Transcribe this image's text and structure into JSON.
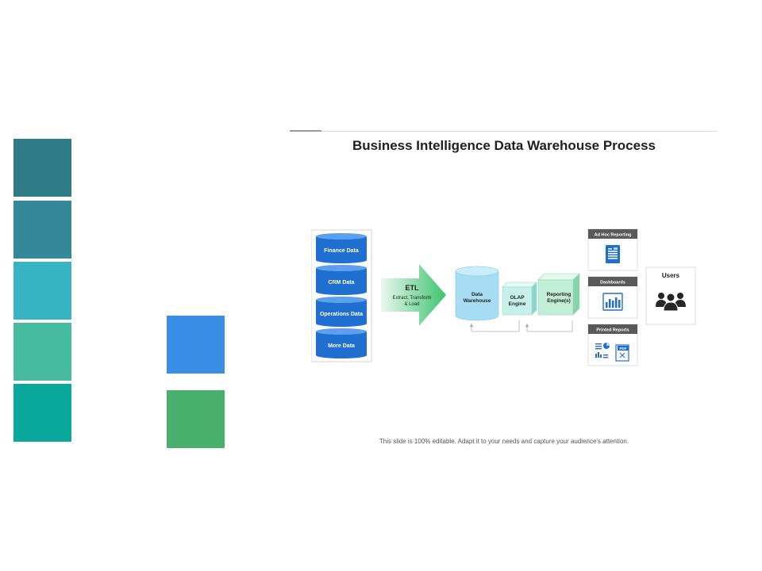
{
  "palette": {
    "swatches": [
      "#2e7a85",
      "#338899",
      "#38b3c2",
      "#46bb9f",
      "#0aa79c",
      "#3a8ee6",
      "#48b06c"
    ]
  },
  "slide": {
    "title": "Business Intelligence Data Warehouse Process",
    "footer": "This slide is 100% editable. Adapt it to your needs and capture your audience's attention."
  },
  "diagram": {
    "sources": [
      "Finance Data",
      "CRM Data",
      "Operations Data",
      "More Data"
    ],
    "etl": {
      "title": "ETL",
      "line1": "Extract, Transform",
      "line2": "& Load"
    },
    "warehouse": {
      "line1": "Data",
      "line2": "Warehouse"
    },
    "olap": {
      "line1": "OLAP",
      "line2": "Engine"
    },
    "reporting": {
      "line1": "Reporting",
      "line2": "Engine(s)"
    },
    "outputs": [
      {
        "label": "Ad Hoc Reporting",
        "icon": "document-icon"
      },
      {
        "label": "Dashboards",
        "icon": "dashboard-icon"
      },
      {
        "label": "Printed Reports",
        "icon": "printed-reports-icon"
      }
    ],
    "pdf_label": "PDF",
    "users": {
      "label": "Users",
      "icon": "users-icon"
    }
  }
}
